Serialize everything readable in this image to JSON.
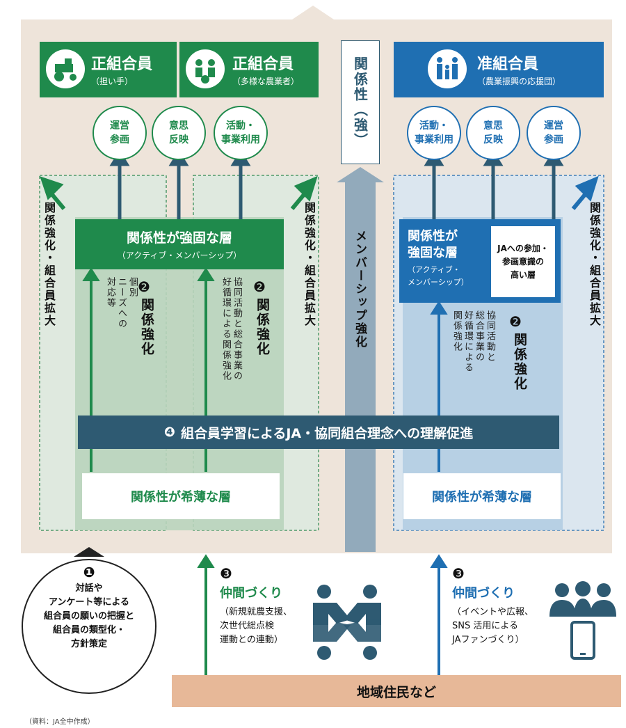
{
  "header_left_1": {
    "title": "正組合員",
    "subtitle": "（担い手）",
    "icon": "tractor-icon"
  },
  "header_left_2": {
    "title": "正組合員",
    "subtitle": "（多様な農業者）",
    "icon": "farmers-icon"
  },
  "header_right": {
    "title": "准組合員",
    "subtitle": "（農業振興の応援団）",
    "icon": "family-icon"
  },
  "center_label": "関係性（強）",
  "circles_left": [
    [
      "運営",
      "参画"
    ],
    [
      "意思",
      "反映"
    ],
    [
      "活動・",
      "事業利用"
    ]
  ],
  "circles_right": [
    [
      "活動・",
      "事業利用"
    ],
    [
      "意思",
      "反映"
    ],
    [
      "運営",
      "参画"
    ]
  ],
  "side_label": "関係強化・組合員拡大",
  "strong_left": {
    "title": "関係性が強固な層",
    "sub": "（アクティブ・メンバーシップ）"
  },
  "strong_right": {
    "line1": "関係性が",
    "line2": "強固な層",
    "sub1": "（アクティブ・",
    "sub2": "メンバーシップ）",
    "inner1": "JAへの参加・",
    "inner2": "参画意識の",
    "inner3": "高い層"
  },
  "num2": "❷",
  "kankei_kyouka": "関係強化",
  "note_a": [
    "個別",
    "ニーズへの",
    "対応等"
  ],
  "note_b": [
    "協同活動と総合事業の",
    "好循環による関係強化"
  ],
  "note_c": [
    "協同活動と",
    "総合事業の",
    "好循環による",
    "関係強化"
  ],
  "member_strengthen": "メンバーシップ強化",
  "learning_bar": {
    "num": "❹",
    "text": "組合員学習によるJA・協同組合理念への理解促進"
  },
  "weak_left": "関係性が希薄な層",
  "weak_right": "関係性が希薄な層",
  "bubble": {
    "num": "❶",
    "lines": [
      "対話や",
      "アンケート等による",
      "組合員の願いの把握と",
      "組合員の類型化・",
      "方針策定"
    ]
  },
  "nakama_left": {
    "num": "❸",
    "title": "仲間づくり",
    "lines": [
      "（新規就農支援、",
      "次世代総点検",
      "運動との連動）"
    ],
    "icon": "handshake-people-icon"
  },
  "nakama_right": {
    "num": "❸",
    "title": "仲間づくり",
    "lines": [
      "（イベントや広報、",
      "SNS 活用による",
      "JAファンづくり）"
    ],
    "icon": "group-phone-icon"
  },
  "residents": "地域住民など",
  "source": "（資料：JA全中作成）",
  "colors": {
    "green": "#1f8a4c",
    "blue": "#1f6fb2",
    "navy": "#2e5a72",
    "beige": "#eee4da",
    "salmon": "#e7b898"
  }
}
